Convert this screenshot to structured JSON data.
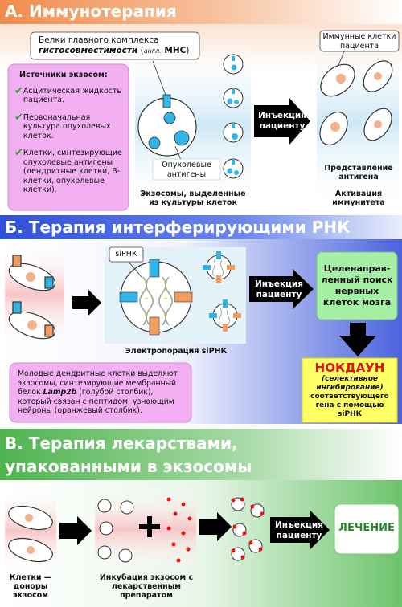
{
  "sectionA": {
    "title": "А. Иммунотерапия",
    "mhc_callout_line1": "Белки главного комплекса",
    "mhc_callout_italic": "гистосовместимости",
    "mhc_callout_paren_open": " (",
    "mhc_callout_small": "англ.",
    "mhc_callout_bold": " MHC",
    "mhc_callout_paren_close": ")",
    "sources_title": "Источники экзосом:",
    "sources": [
      "Асцитическая жидкость пациента.",
      "Первоначальная культура опухолевых клеток.",
      "Клетки, синтезирующие опухолевые антигены (дендритные клетки, B-клетки, опухолевые клетки)."
    ],
    "tumor_antigens": "Опухолевые антигены",
    "exosomes_label": "Экзосомы, выделенные из культуры клеток",
    "injection": "Инъекция пациенту",
    "immune_cells": "Иммунные клетки пациента",
    "antigen_presentation": "Представление антигена",
    "immunity_activation": "Активация иммунитета"
  },
  "sectionB": {
    "title": "Б. Терапия интерферирующими РНК",
    "sirna_tag": "siРНК",
    "electroporation": "Электропорация siРНК",
    "injection": "Инъекция пациенту",
    "targeted_search": "Целенаправ-ленный поиск нервных клеток мозга",
    "knockdown_title": "НОКДАУН",
    "knockdown_italic": "(селективное ингибирование)",
    "knockdown_rest": "соответствующего гена с помощью siРНК",
    "dendritic_text_1": "Молодые дендритные клетки выделяют экзосомы, синтезирующие мембранный белок ",
    "dendritic_text_bold": "Lamp2b",
    "dendritic_text_2": " (голубой столбик), который связан с пептидом, узнающим нейроны (оранжевый столбик)."
  },
  "sectionC": {
    "title_line1": "В. Терапия лекарствами,",
    "title_line2": "упакованными в экзосомы",
    "donor_cells": "Клетки — доноры экзосом",
    "incubation": "Инкубация экзосом с лекарственным препаратом",
    "injection": "Инъекция пациенту",
    "treatment": "ЛЕЧЕНИЕ"
  },
  "colors": {
    "orange": "#f29c5e",
    "blue": "#3b55d8",
    "green": "#5bb85b",
    "exosome_blue": "#31b5e6",
    "pink": "#f2b0f2",
    "treatment_green": "#2a8a2a"
  }
}
